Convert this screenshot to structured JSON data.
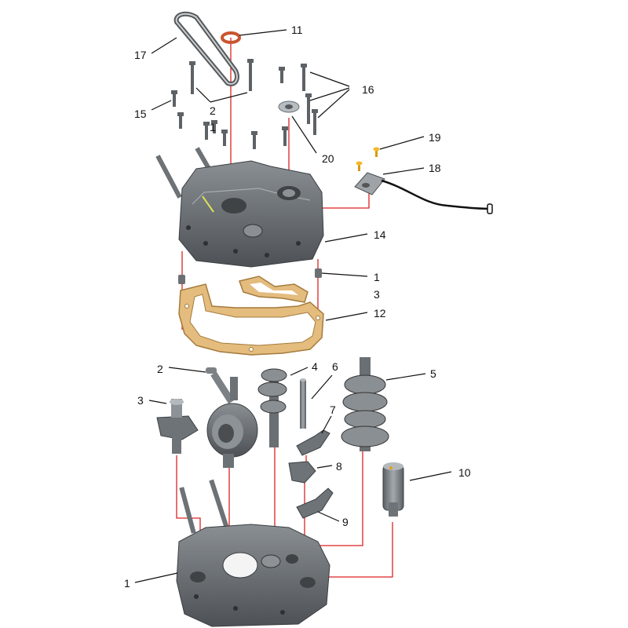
{
  "colors": {
    "casting": "#6c7074",
    "casting_dark": "#45494d",
    "casting_light": "#9aa0a4",
    "gasket": "#e0b87a",
    "gasket_edge": "#a47a3c",
    "oring": "#d0603a",
    "bolt": "#6a6f73",
    "bolt_gold": "#e0a21a",
    "assembly_line": "#dd2222"
  },
  "callouts": [
    {
      "id": "c11",
      "label": "11"
    },
    {
      "id": "c17",
      "label": "17"
    },
    {
      "id": "c16",
      "label": "16"
    },
    {
      "id": "c2a",
      "label": "2"
    },
    {
      "id": "c15",
      "label": "15"
    },
    {
      "id": "c1a",
      "label": "1"
    },
    {
      "id": "c20",
      "label": "20"
    },
    {
      "id": "c19",
      "label": "19"
    },
    {
      "id": "c18",
      "label": "18"
    },
    {
      "id": "c14",
      "label": "14"
    },
    {
      "id": "c1b",
      "label": "1"
    },
    {
      "id": "c3a",
      "label": "3"
    },
    {
      "id": "c12",
      "label": "12"
    },
    {
      "id": "c2b",
      "label": "2"
    },
    {
      "id": "c4",
      "label": "4"
    },
    {
      "id": "c6",
      "label": "6"
    },
    {
      "id": "c5",
      "label": "5"
    },
    {
      "id": "c3b",
      "label": "3"
    },
    {
      "id": "c7",
      "label": "7"
    },
    {
      "id": "c8",
      "label": "8"
    },
    {
      "id": "c10",
      "label": "10"
    },
    {
      "id": "c9",
      "label": "9"
    },
    {
      "id": "c1c",
      "label": "1"
    }
  ]
}
